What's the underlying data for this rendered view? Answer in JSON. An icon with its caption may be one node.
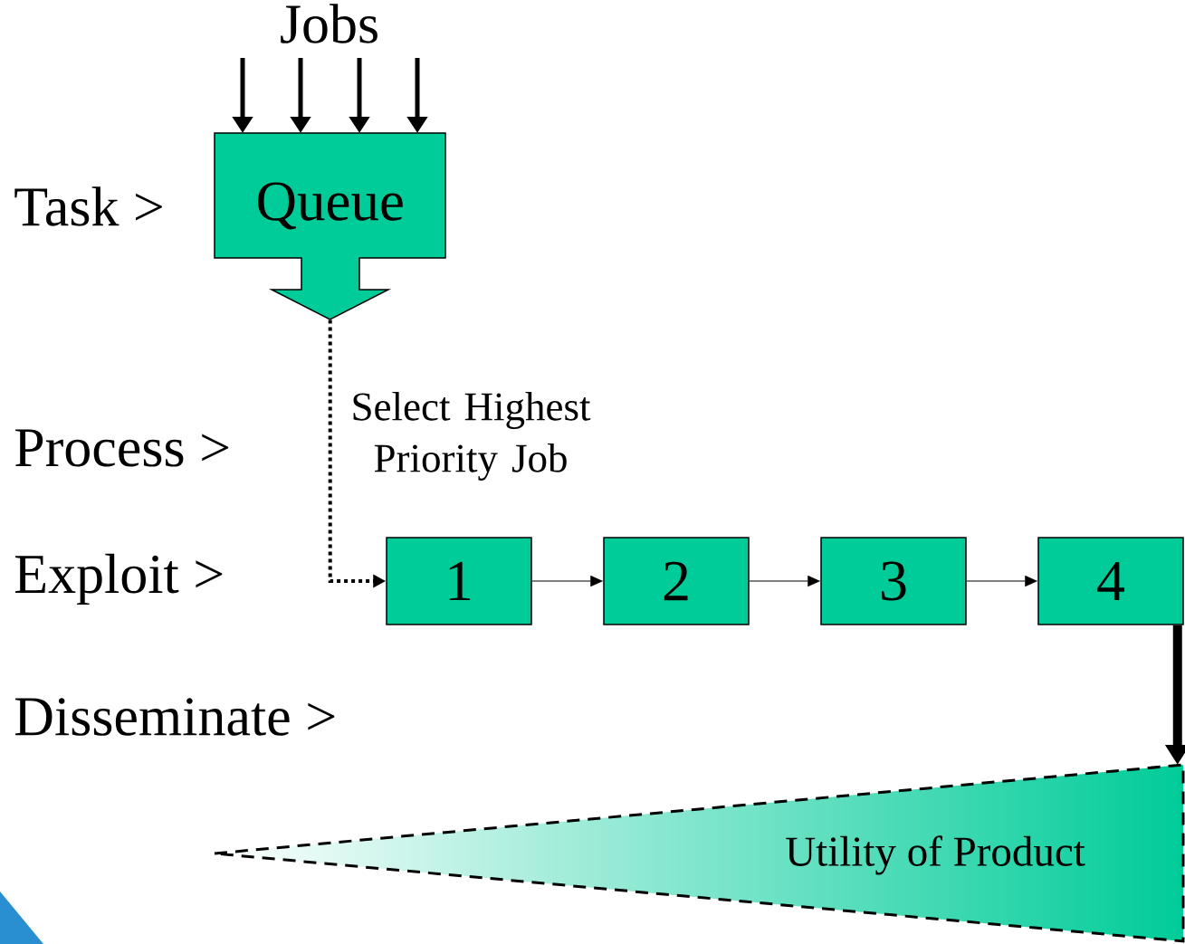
{
  "diagram": {
    "nodes": [
      {
        "text": [
          "Queue"
        ]
      },
      {
        "text": [
          "1"
        ]
      },
      {
        "text": [
          "2"
        ]
      },
      {
        "text": [
          "3"
        ]
      },
      {
        "text": [
          "4"
        ]
      },
      {
        "text": [
          "Utility of Product"
        ]
      }
    ],
    "edges": [
      {
        "from": null,
        "to": 0,
        "arrow": "to"
      },
      {
        "from": null,
        "to": 0,
        "arrow": "to"
      },
      {
        "from": null,
        "to": 0,
        "arrow": "to"
      },
      {
        "from": null,
        "to": 0,
        "arrow": "to"
      },
      {
        "from": 0,
        "to": 1,
        "arrow": "to",
        "style": "dashed",
        "label": "Select Highest Priority Job"
      },
      {
        "from": 1,
        "to": 2,
        "arrow": "to"
      },
      {
        "from": 2,
        "to": 3,
        "arrow": "to"
      },
      {
        "from": 3,
        "to": 4,
        "arrow": "to"
      },
      {
        "from": 4,
        "to": 5,
        "arrow": "to",
        "style": "thick"
      }
    ],
    "labels": [
      "Jobs",
      "Task >",
      "Process >",
      "Exploit >",
      "Disseminate >"
    ]
  }
}
